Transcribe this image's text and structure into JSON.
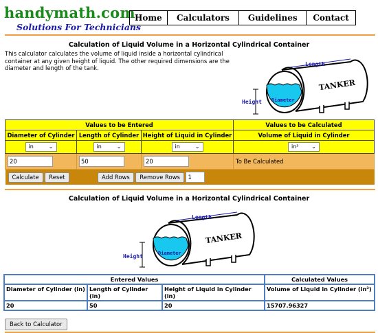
{
  "header": {
    "brand": "handymath.com",
    "tagline": "Solutions For Technicians",
    "nav": [
      "Home",
      "Calculators",
      "Guidelines",
      "Contact"
    ]
  },
  "calculator": {
    "title": "Calculation of Liquid Volume in a Horizontal Cylindrical Container",
    "description": "This calculator calculates the volume of liquid inside a horizontal cylindrical container at any given height of liquid. The other required dimensions are the diameter and length of the tank.",
    "diagram": {
      "length_label": "Length",
      "height_label": "Height",
      "diameter_label": "Diameter",
      "tank_label": "TANKER"
    },
    "section_entered": "Values to be Entered",
    "section_calculated": "Values to be Calculated",
    "col_diameter": "Diameter of Cylinder",
    "col_length": "Length of Cylinder",
    "col_height": "Height of Liquid in Cylinder",
    "col_volume": "Volume of Liquid in Cylinder",
    "unit_diameter": "in",
    "unit_length": "in",
    "unit_height": "in",
    "unit_volume": "in³",
    "diameter_value": "20",
    "length_value": "50",
    "height_value": "20",
    "volume_placeholder": "To Be Calculated",
    "buttons": {
      "calculate": "Calculate",
      "reset": "Reset",
      "add_rows": "Add Rows",
      "remove_rows": "Remove Rows"
    },
    "rows_value": "1"
  },
  "results": {
    "title": "Calculation of Liquid Volume in a Horizontal Cylindrical Container",
    "diagram": {
      "length_label": "Length",
      "height_label": "Height",
      "diameter_label": "Diameter",
      "tank_label": "TANKER"
    },
    "entered_header": "Entered Values",
    "calculated_header": "Calculated Values",
    "col_diameter": "Diameter of Cylinder (in)",
    "col_length": "Length of Cylinder (in)",
    "col_height": "Height of Liquid in Cylinder (in)",
    "col_volume": "Volume of Liquid in Cylinder (in³)",
    "diameter": "20",
    "length": "50",
    "height": "20",
    "volume": "15707.96327",
    "back_button": "Back to Calculator"
  },
  "colors": {
    "brand": "#1a8a1a",
    "tagline": "#1b1ba8",
    "accent": "#f0a040",
    "header_yellow": "#ffff00",
    "input_orange": "#f2b75a",
    "table_blue": "#4b7fc2",
    "water": "#19c8ee"
  }
}
